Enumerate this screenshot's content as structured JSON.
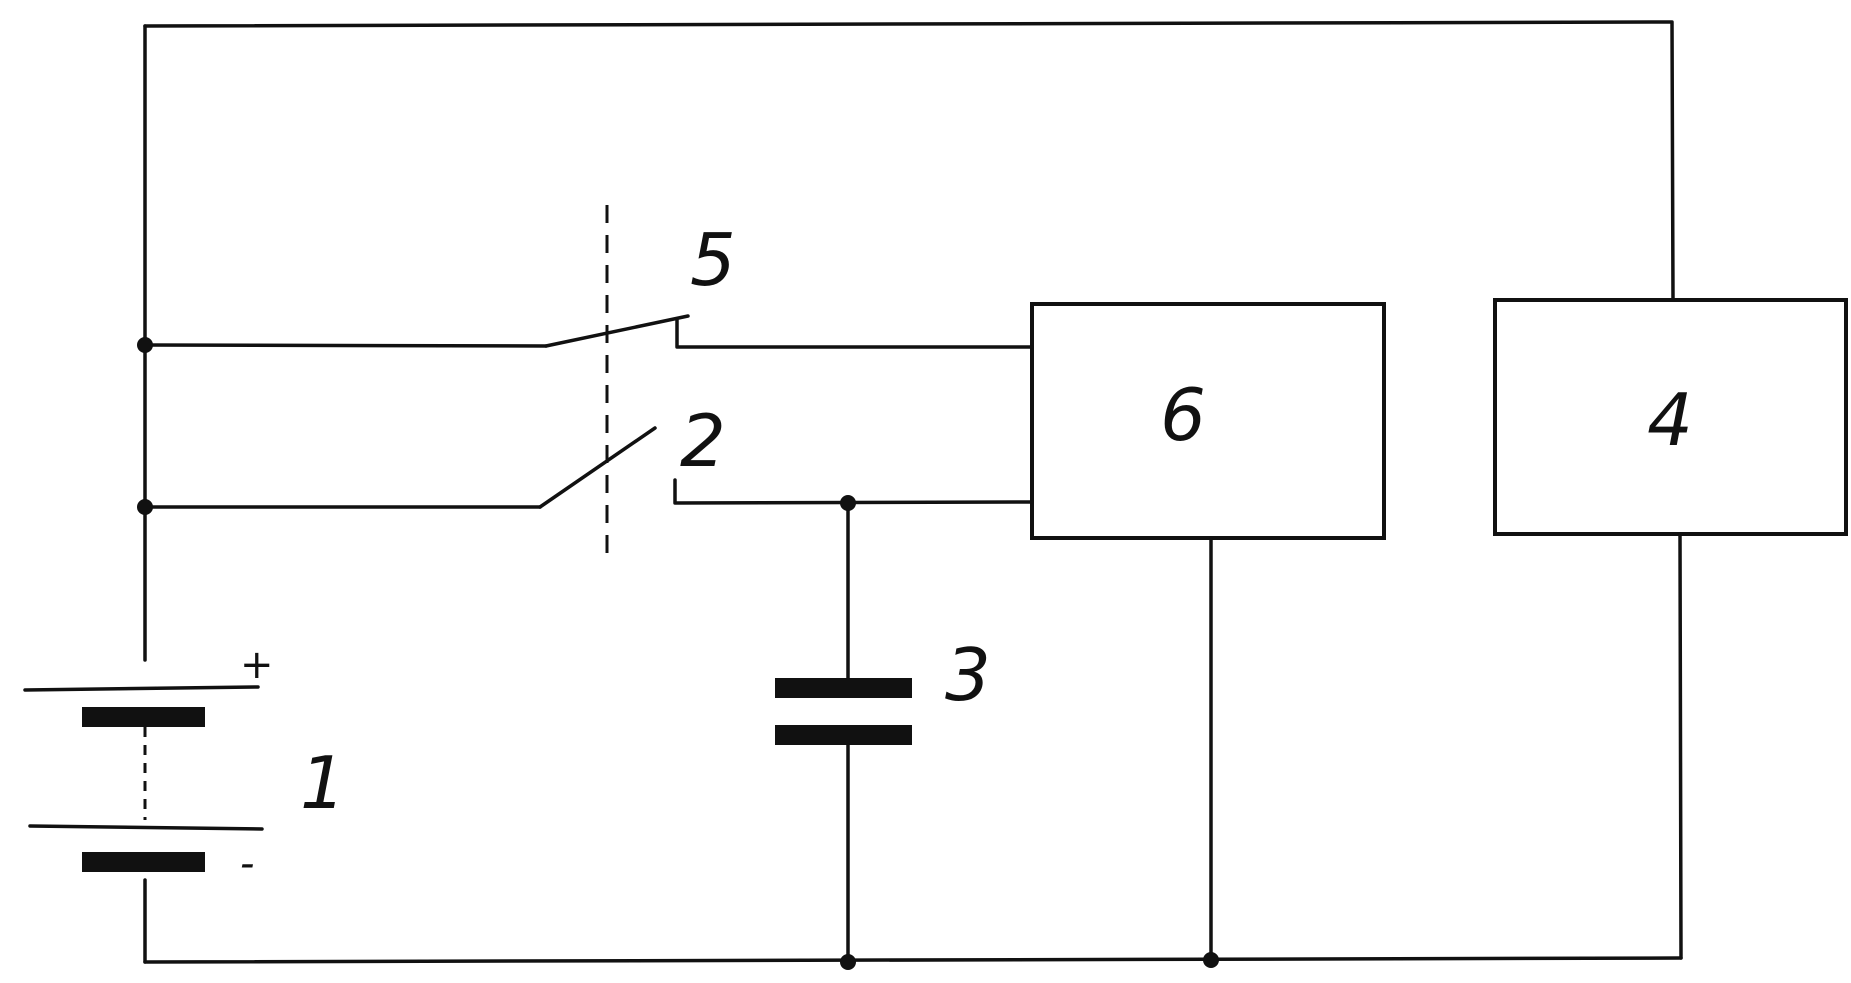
{
  "labels": {
    "battery": "1",
    "switch_lower": "2",
    "capacitor": "3",
    "block_right": "4",
    "switch_upper": "5",
    "block_center": "6",
    "plus": "+",
    "minus": "-"
  }
}
